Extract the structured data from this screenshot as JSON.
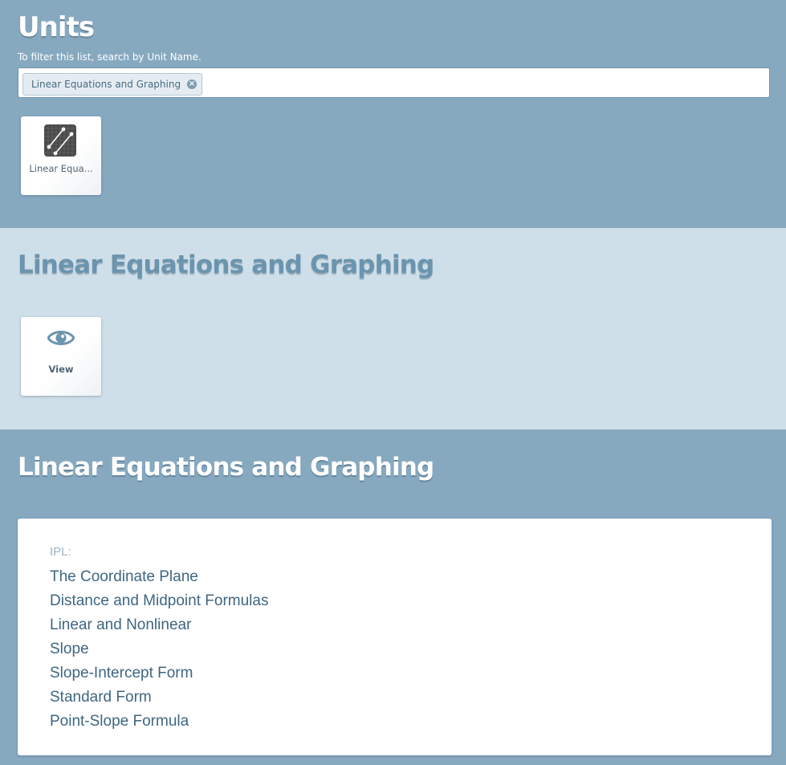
{
  "units": {
    "title": "Units",
    "hint": "To filter this list, search by Unit Name.",
    "filter_tag": "Linear Equations and Graphing",
    "filter_remove": "×",
    "tiles": [
      {
        "label": "Linear Equa...",
        "icon": "linear-graph-icon"
      }
    ]
  },
  "actions": {
    "title": "Linear Equations and Graphing",
    "view_label": "View",
    "view_icon": "eye-icon"
  },
  "detail": {
    "title": "Linear Equations and Graphing",
    "section_label": "IPL:",
    "lessons": [
      "The Coordinate Plane",
      "Distance and Midpoint Formulas",
      "Linear and Nonlinear",
      "Slope",
      "Slope-Intercept Form",
      "Standard Form",
      "Point-Slope Formula"
    ]
  },
  "colors": {
    "header_bg": "#87a9c0",
    "actions_bg": "#cfdfe9",
    "link": "#3f6682",
    "muted": "#9ab3c4"
  }
}
